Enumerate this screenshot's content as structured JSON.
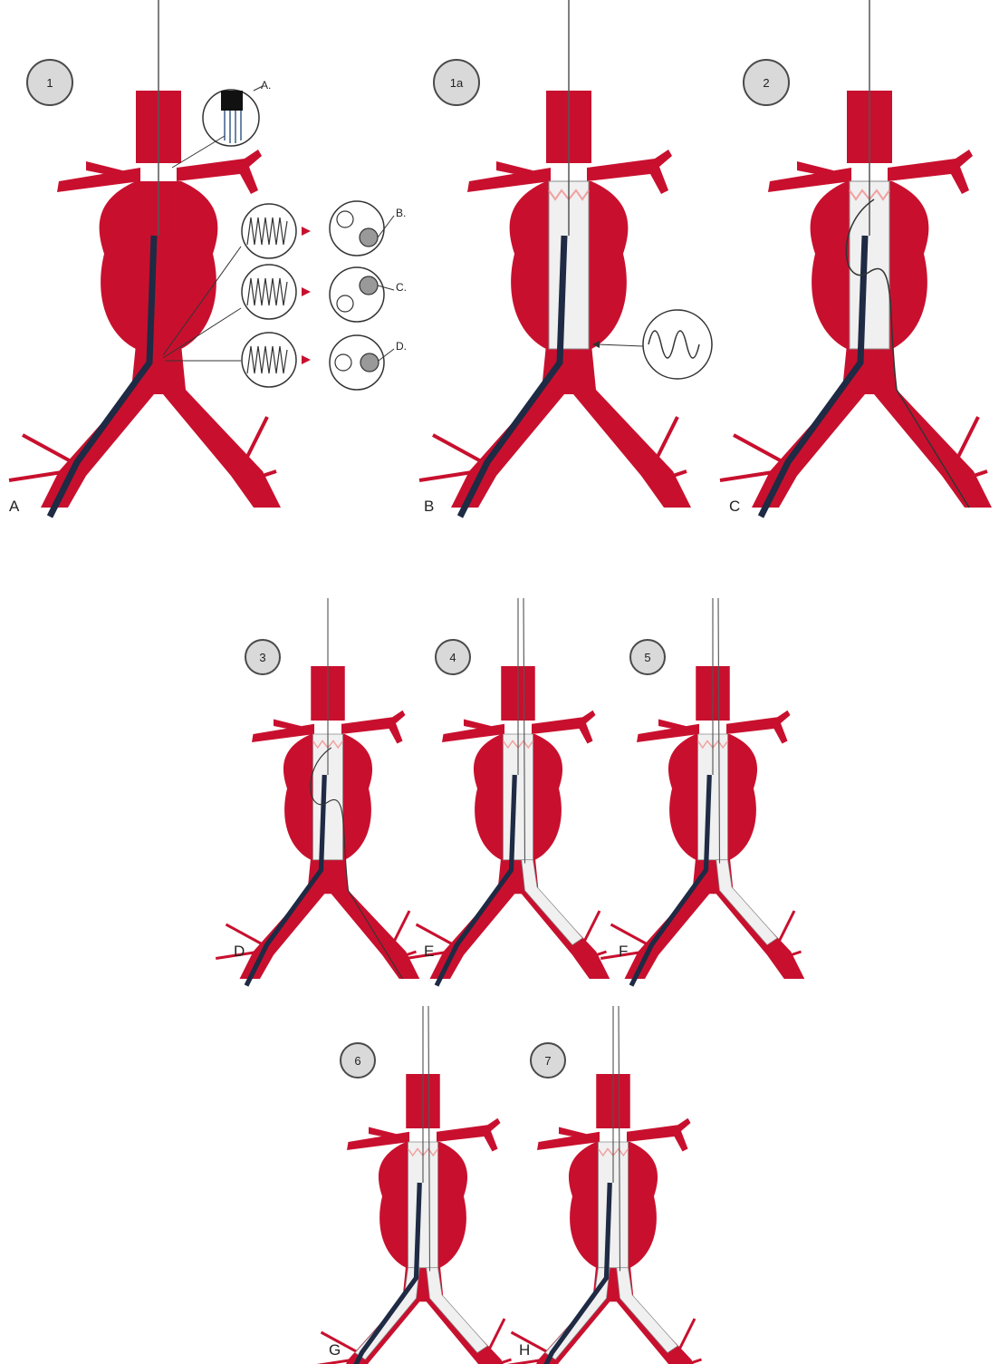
{
  "colors": {
    "vessel": "#c8102e",
    "vessel_edge": "#a10a20",
    "graft": "#f0f0f0",
    "graft_line": "#8a8a8a",
    "catheter": "#1f2a44",
    "wire": "#555555",
    "badge_fill": "#d9d9d9",
    "badge_border": "#4a4a4a",
    "stent_tip": "#f2a0a0",
    "marker_arrow": "#c8102e"
  },
  "panels": [
    {
      "id": "A",
      "step": "1",
      "label": "A"
    },
    {
      "id": "B",
      "step": "1a",
      "label": "B"
    },
    {
      "id": "C",
      "step": "2",
      "label": "C"
    },
    {
      "id": "D",
      "step": "3",
      "label": "D"
    },
    {
      "id": "E",
      "step": "4",
      "label": "E"
    },
    {
      "id": "F",
      "step": "5",
      "label": "F"
    },
    {
      "id": "G",
      "step": "6",
      "label": "G"
    },
    {
      "id": "H",
      "step": "7",
      "label": "H"
    }
  ],
  "callouts": {
    "a": "A.",
    "b": "B.",
    "c": "C.",
    "d": "D."
  }
}
